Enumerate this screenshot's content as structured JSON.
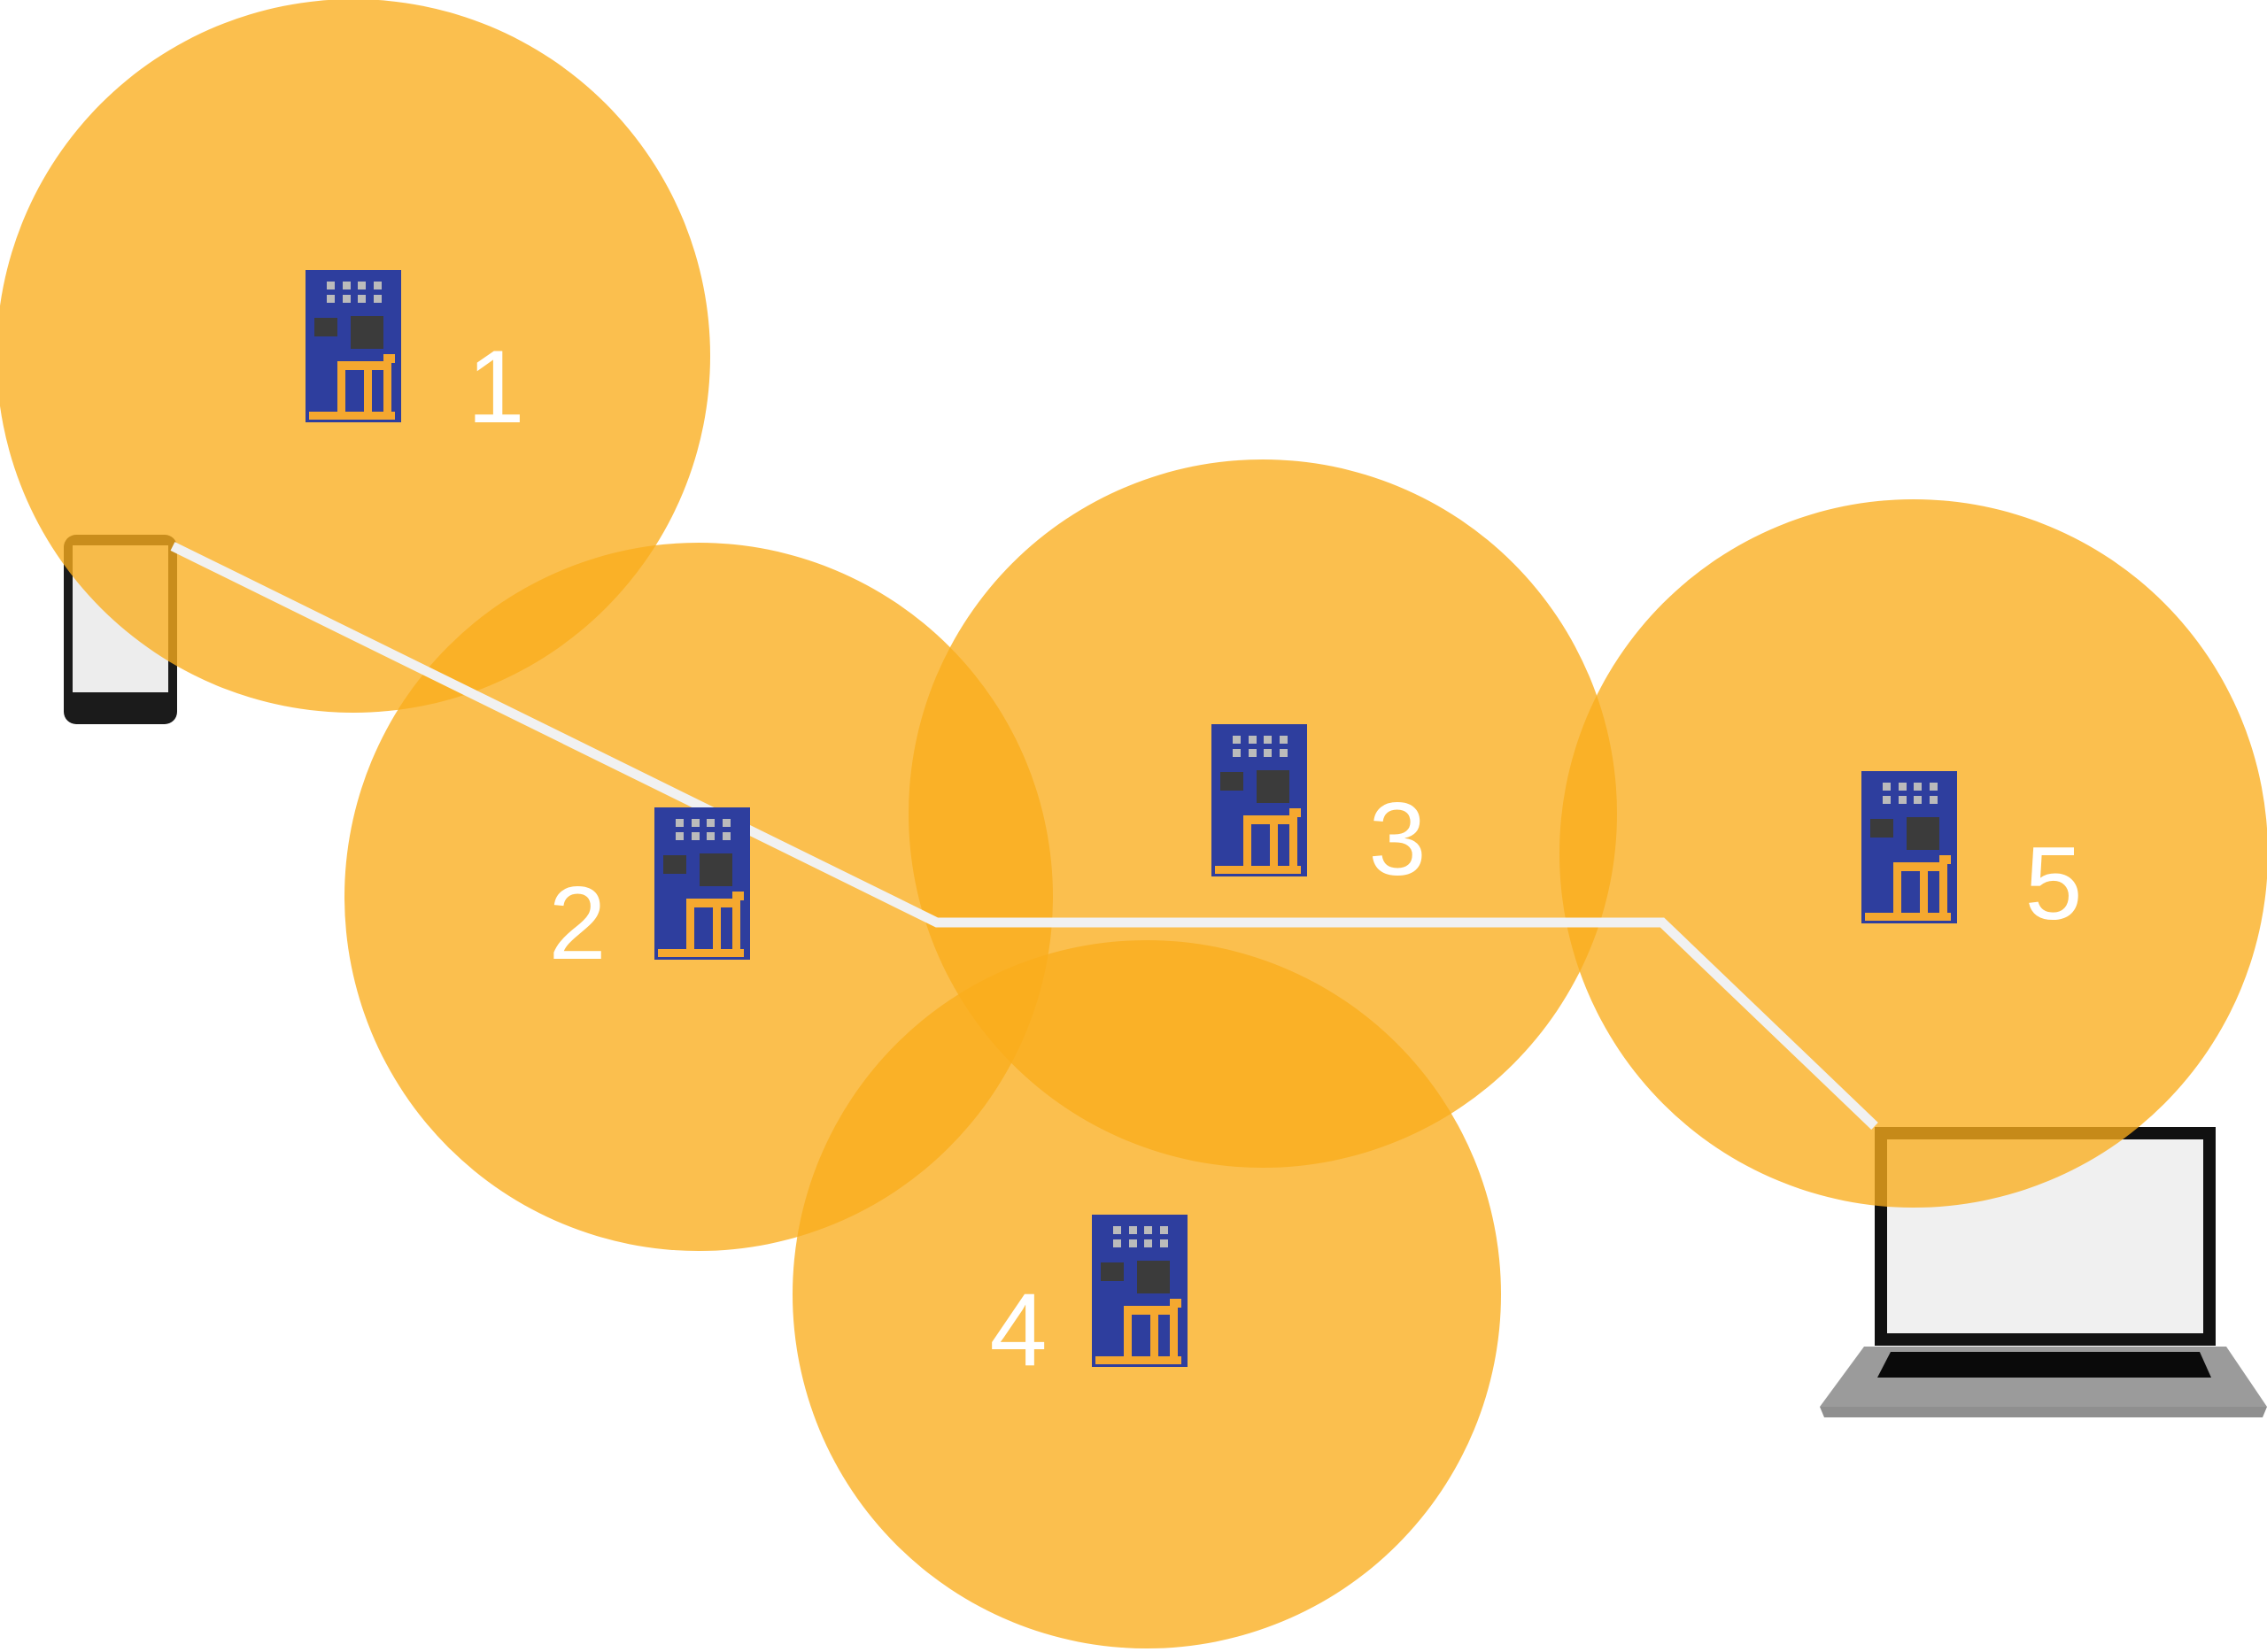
{
  "diagram": {
    "type": "wifi-mesh-network",
    "nodes": [
      {
        "label": "1"
      },
      {
        "label": "2"
      },
      {
        "label": "3"
      },
      {
        "label": "4"
      },
      {
        "label": "5"
      }
    ],
    "devices": [
      {
        "name": "smartphone"
      },
      {
        "name": "laptop"
      }
    ],
    "icons": {
      "module": "esp-wifi-module-icon",
      "phone": "smartphone-icon",
      "laptop": "laptop-icon",
      "coverage": "coverage-circle"
    }
  },
  "colors": {
    "background": "#FFFFFF",
    "circle_fill": "rgba(250,173,28,0.78)",
    "pcb": "#2E3E9E",
    "pad": "#BBBBBB",
    "chip": "#3B3B3B",
    "antenna": "#F5A82F",
    "label": "#FFFFFF",
    "link_line": "#F1F1F1",
    "phone_frame": "#1B1B1B",
    "phone_screen": "#EDEDED",
    "laptop_frame": "#111111",
    "laptop_screen": "#F0F0F0",
    "laptop_base": "#9B9B9B",
    "laptop_base_edge": "#8F8F8F",
    "laptop_keyboard": "#0A0A0A"
  }
}
